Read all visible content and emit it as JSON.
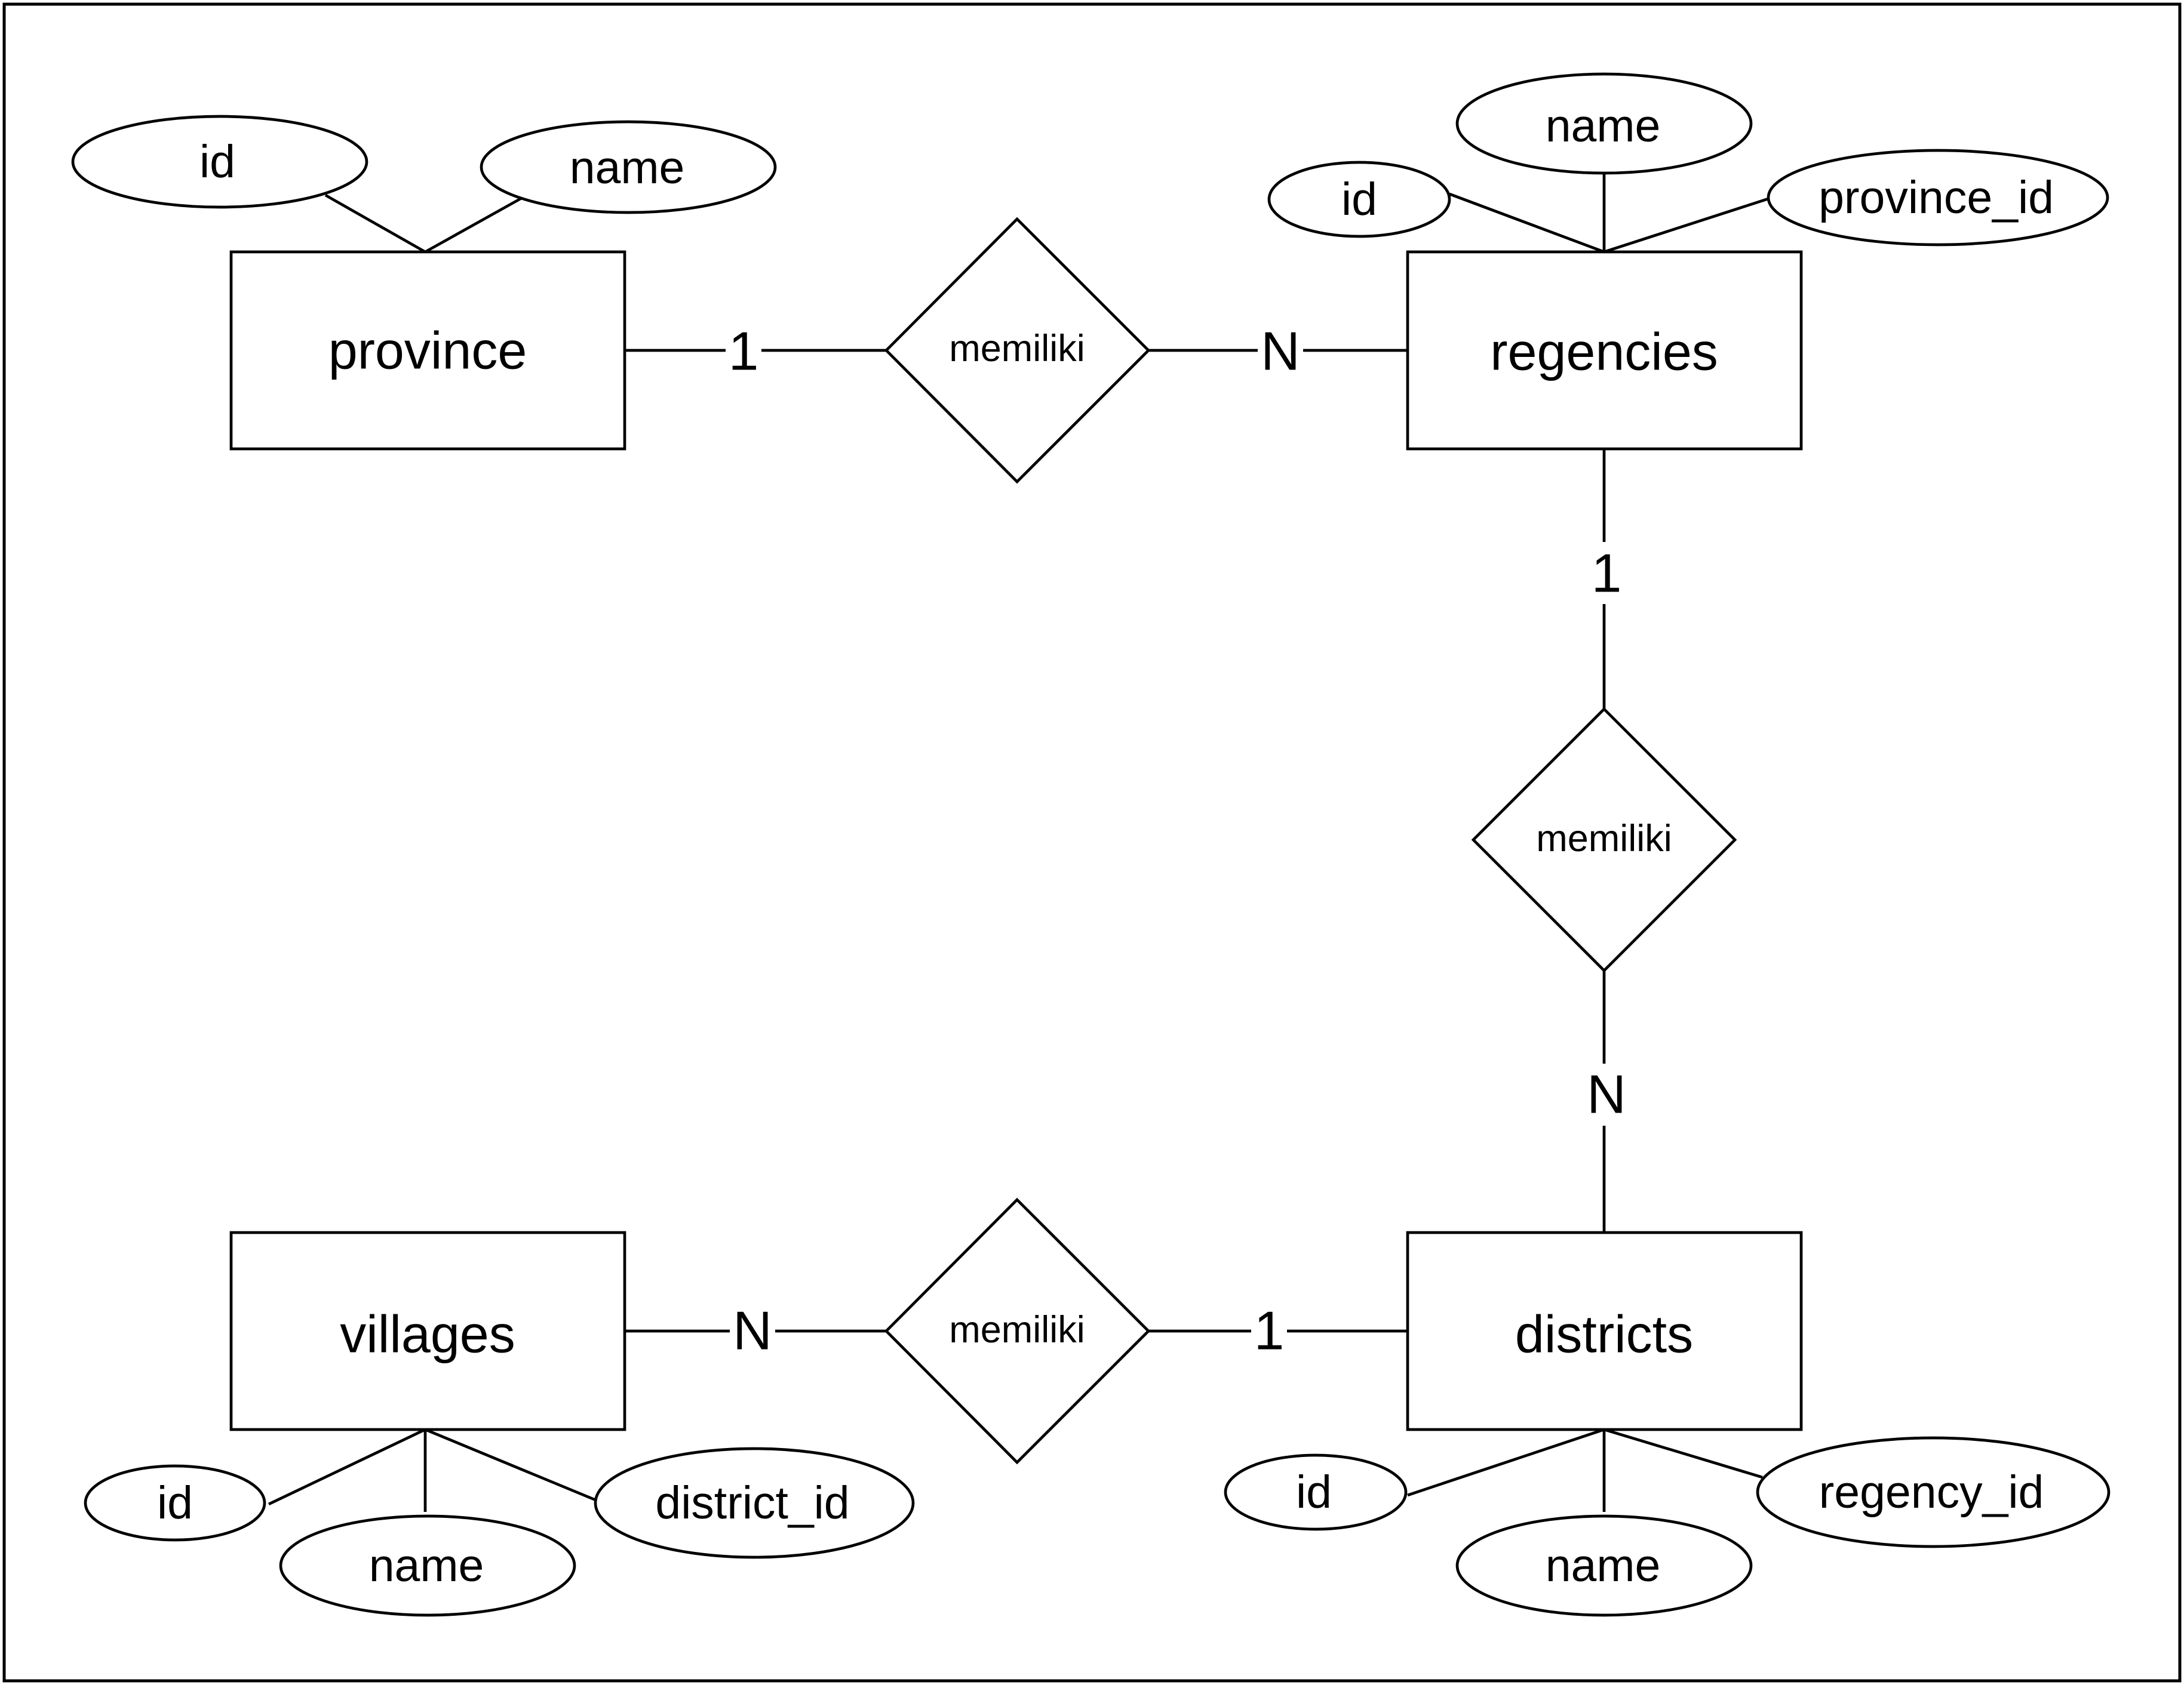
{
  "diagram": {
    "entities": {
      "province": "province",
      "regencies": "regencies",
      "districts": "districts",
      "villages": "villages"
    },
    "attributes": {
      "province": [
        "id",
        "name"
      ],
      "regencies": [
        "id",
        "name",
        "province_id"
      ],
      "districts": [
        "id",
        "name",
        "regency_id"
      ],
      "villages": [
        "id",
        "name",
        "district_id"
      ]
    },
    "relationships": [
      {
        "label": "memiliki",
        "from": "province",
        "from_card": "1",
        "to": "regencies",
        "to_card": "N"
      },
      {
        "label": "memiliki",
        "from": "regencies",
        "from_card": "1",
        "to": "districts",
        "to_card": "N"
      },
      {
        "label": "memiliki",
        "from": "districts",
        "from_card": "1",
        "to": "villages",
        "to_card": "N"
      }
    ]
  }
}
